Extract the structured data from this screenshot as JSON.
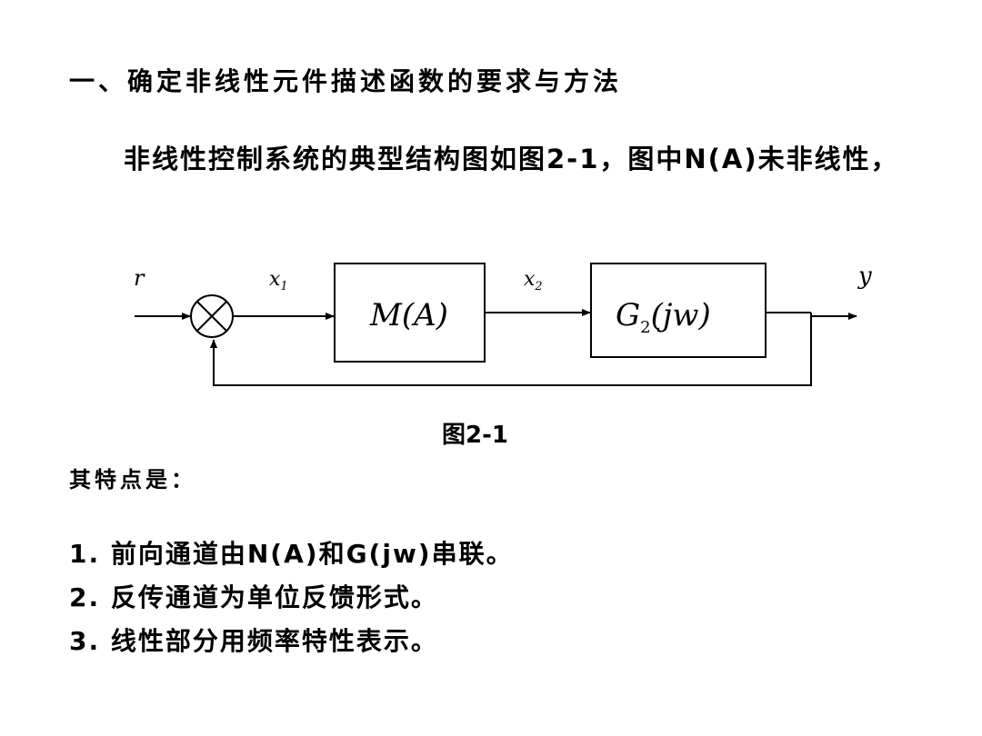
{
  "heading": "一、确定非线性元件描述函数的要求与方法",
  "intro": "非线性控制系统的典型结构图如图2-1，图中N(A)未非线性，",
  "diagram": {
    "input_label": "r",
    "x1_label": "x",
    "x1_sub": "1",
    "block1_label": "M(A)",
    "x2_label": "x",
    "x2_sub": "2",
    "block2_main": "G",
    "block2_sub": "2",
    "block2_arg": "(jw)",
    "output_label": "y",
    "line_color": "#000000",
    "block_fill": "#ffffff"
  },
  "caption": "图2-1",
  "features_title": "其特点是：",
  "items": [
    "1. 前向通道由N(A)和G(jw)串联。",
    "2. 反传通道为单位反馈形式。",
    "3. 线性部分用频率特性表示。"
  ]
}
